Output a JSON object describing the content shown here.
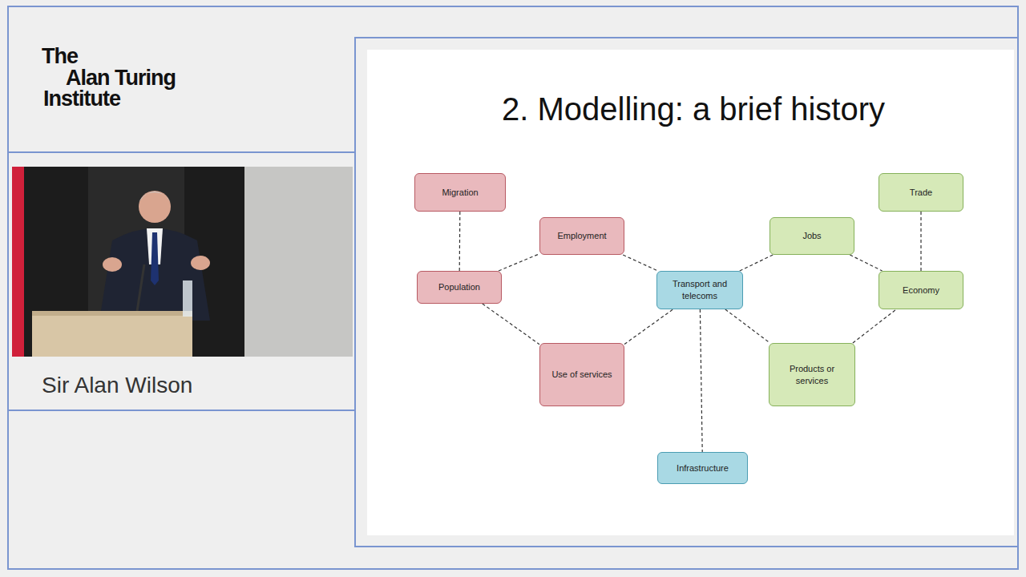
{
  "diagram": {
    "title": "2. Modelling: a brief history",
    "nodes": [
      {
        "text": [
          "Migration"
        ]
      },
      {
        "text": [
          "Trade"
        ]
      },
      {
        "text": [
          "Employment"
        ]
      },
      {
        "text": [
          "Jobs"
        ]
      },
      {
        "text": [
          "Population"
        ]
      },
      {
        "text": [
          "Transport and telecoms"
        ]
      },
      {
        "text": [
          "Economy"
        ]
      },
      {
        "text": [
          "Use of services"
        ]
      },
      {
        "text": [
          "Products or services"
        ]
      },
      {
        "text": [
          "Infrastructure"
        ]
      }
    ],
    "edges": [
      {
        "from": 0,
        "to": 4,
        "arrow": "none"
      },
      {
        "from": 4,
        "to": 2,
        "arrow": "none"
      },
      {
        "from": 4,
        "to": 7,
        "arrow": "none"
      },
      {
        "from": 2,
        "to": 5,
        "arrow": "none"
      },
      {
        "from": 7,
        "to": 5,
        "arrow": "none"
      },
      {
        "from": 5,
        "to": 9,
        "arrow": "none"
      },
      {
        "from": 5,
        "to": 3,
        "arrow": "none"
      },
      {
        "from": 5,
        "to": 8,
        "arrow": "none"
      },
      {
        "from": 3,
        "to": 6,
        "arrow": "none"
      },
      {
        "from": 8,
        "to": 6,
        "arrow": "none"
      },
      {
        "from": 1,
        "to": 6,
        "arrow": "none"
      }
    ],
    "labels": [
      "The",
      "Alan Turing",
      "Institute",
      "Sir Alan Wilson"
    ]
  }
}
